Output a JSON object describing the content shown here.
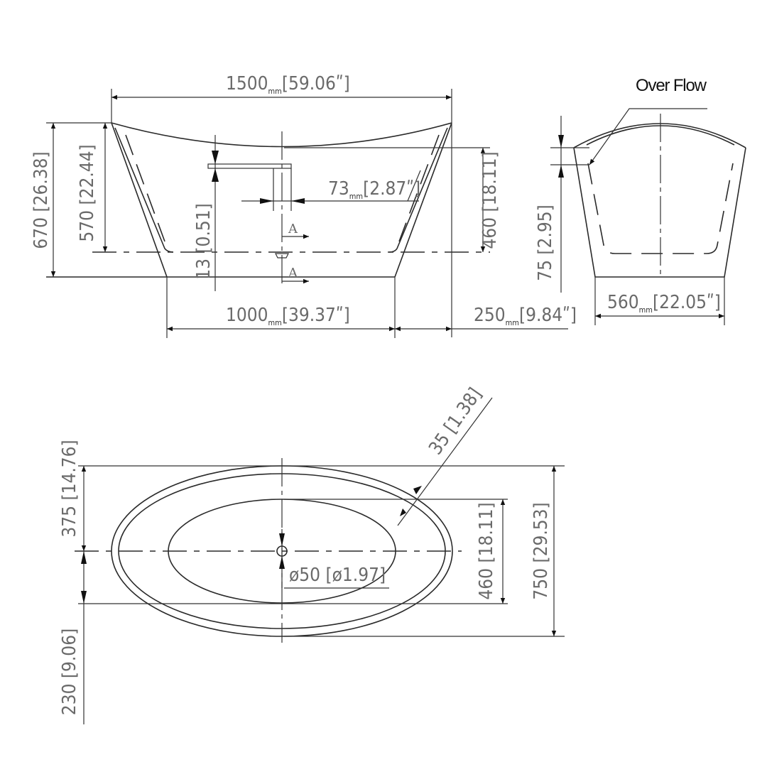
{
  "front_view": {
    "overall_length": {
      "value": "1500",
      "unit": "mm",
      "inch": "[59.06ʺ]"
    },
    "overall_height": "670 [26.38]",
    "inner_height": "570 [22.44]",
    "depth": "460 [18.11]",
    "faucet_width": {
      "value": "73",
      "unit": "mm",
      "inch": "[2.87ʺ]"
    },
    "drain_offset": "13 [0.51]",
    "section_marker": "A",
    "base_length": {
      "value": "1000",
      "unit": "mm",
      "inch": "[39.37ʺ]"
    },
    "overhang": {
      "value": "250",
      "unit": "mm",
      "inch": "[9.84ʺ]"
    }
  },
  "side_view": {
    "overflow_label": "Over Flow",
    "overflow_height": "75 [2.95]",
    "base_width": {
      "value": "560",
      "unit": "mm",
      "inch": "[22.05ʺ]"
    }
  },
  "top_view": {
    "half_width": "375 [14.76]",
    "drain_offset": "230 [9.06]",
    "rim_thickness": "35 [1.38]",
    "inner_width": "460 [18.11]",
    "overall_width": "750 [29.53]",
    "drain_diameter": "ø50 [ø1.97]"
  }
}
